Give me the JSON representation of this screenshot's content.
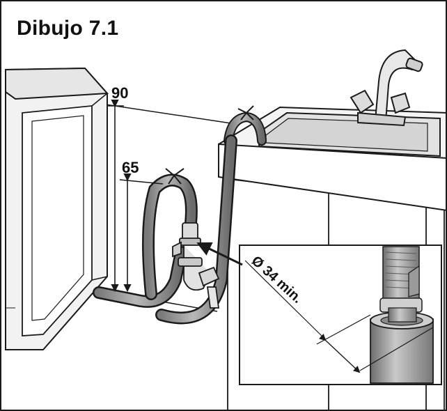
{
  "figure": {
    "title": "Dibujo 7.1",
    "height_upper_label": "90",
    "height_lower_label": "65",
    "diameter_label": "Ø 34 min."
  },
  "parts": {
    "washing_machine": "washing-machine",
    "drain_hose": "drain-hose",
    "siphon_trap": "siphon-trap",
    "sink": "sink",
    "faucet": "faucet",
    "detail_inset": "detail-inset"
  },
  "colors": {
    "line": "#1a1a1a",
    "machine_fill": "#f2f2f2",
    "machine_shadow": "#d6d6d6",
    "hose_fill": "#9c9c9c",
    "hose_dark": "#6e6e6e",
    "wall_fill": "#ffffff",
    "inset_fill": "#ffffff",
    "pipe_fill": "#a8a8a8"
  }
}
